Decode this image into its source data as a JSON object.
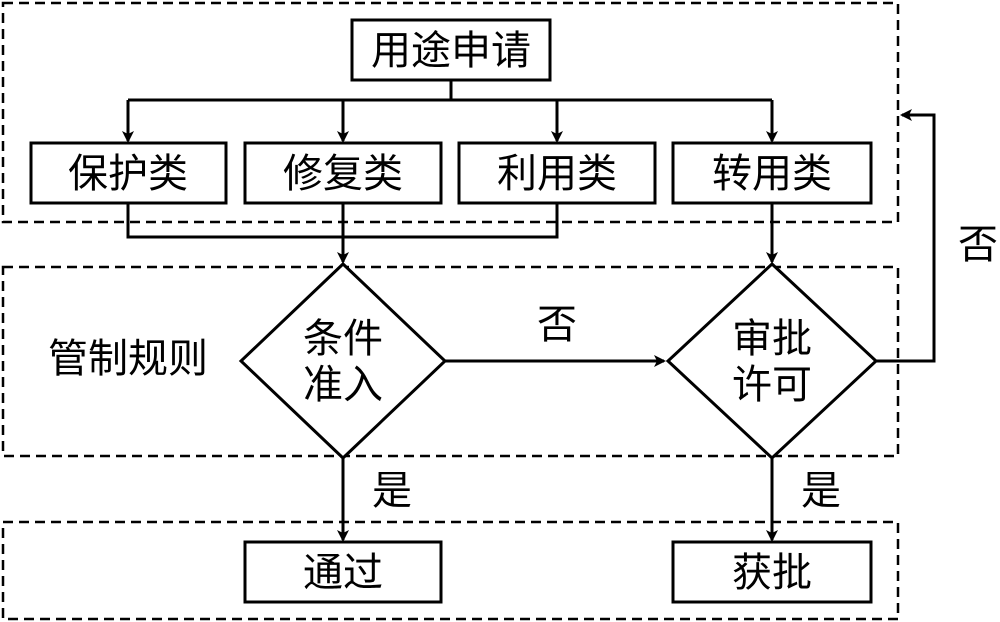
{
  "top": {
    "root": "用途申请",
    "categories": [
      "保护类",
      "修复类",
      "利用类",
      "转用类"
    ]
  },
  "rules": {
    "label": "管制规则",
    "condition": [
      "条件",
      "准入"
    ],
    "approval": [
      "审批",
      "许可"
    ]
  },
  "edges": {
    "no": "否",
    "yes": "是"
  },
  "results": {
    "pass": "通过",
    "approved": "获批"
  }
}
